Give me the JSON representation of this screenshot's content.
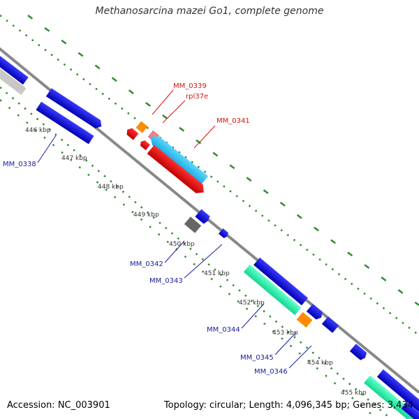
{
  "header": {
    "title": "Methanosarcina mazei Go1, complete genome"
  },
  "footer": {
    "accession": "Accession: NC_003901",
    "stats": "Topology: circular; Length: 4,096,345 bp; Genes: 3,434"
  },
  "ruler": {
    "ticks": [
      {
        "label": "446 kbp"
      },
      {
        "label": "447 kbp"
      },
      {
        "label": "448 kbp"
      },
      {
        "label": "449 kbp"
      },
      {
        "label": "450 kbp"
      },
      {
        "label": "451 kbp"
      },
      {
        "label": "452 kbp"
      },
      {
        "label": "453 kbp"
      },
      {
        "label": "454 kbp"
      },
      {
        "label": "455 kbp"
      }
    ]
  },
  "genes": [
    {
      "label": "MM_0338",
      "color": "#1a1aa0"
    },
    {
      "label": "MM_0339",
      "color": "#dd1111"
    },
    {
      "label": "rpl37e",
      "color": "#dd1111"
    },
    {
      "label": "MM_0341",
      "color": "#dd1111"
    },
    {
      "label": "MM_0342",
      "color": "#1a1aa0"
    },
    {
      "label": "MM_0343",
      "color": "#1a1aa0"
    },
    {
      "label": "MM_0344",
      "color": "#1a1aa0"
    },
    {
      "label": "MM_0345",
      "color": "#1a1aa0"
    },
    {
      "label": "MM_0346",
      "color": "#1a1aa0"
    }
  ],
  "colors": {
    "backbone": "#888888",
    "tick_dots": "#2e8b2e",
    "gene_blue": "#1010e0",
    "gene_red": "#ee1111",
    "gene_cyan": "#33ccff",
    "gene_orange": "#ff8c00",
    "gene_pink": "#f08080",
    "gene_grey": "#666666",
    "gene_green": "#33ffbb",
    "gene_light_grey": "#c8c8c8"
  }
}
